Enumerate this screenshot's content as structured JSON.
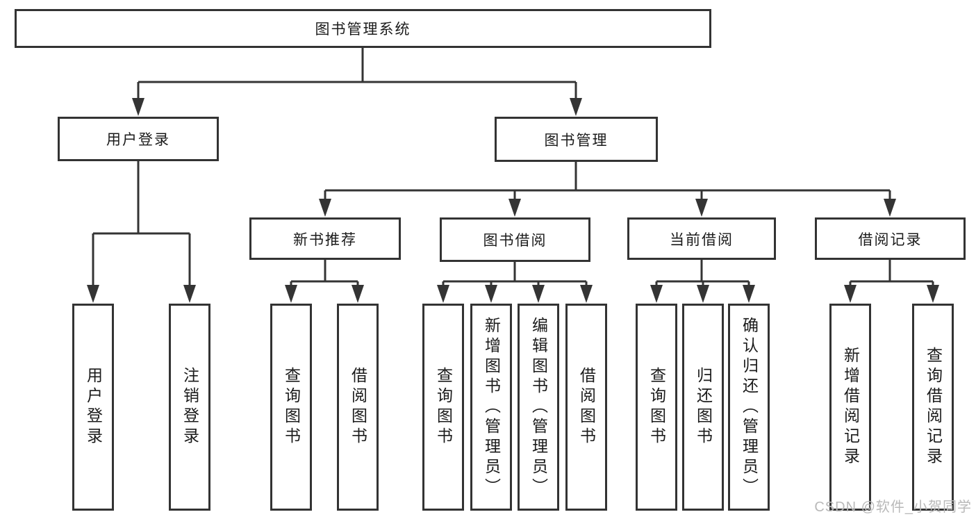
{
  "tree": {
    "label": "图书管理系统",
    "children": [
      {
        "label": "用户登录",
        "children": [
          {
            "label": "用户登录"
          },
          {
            "label": "注销登录"
          }
        ]
      },
      {
        "label": "图书管理",
        "children": [
          {
            "label": "新书推荐",
            "children": [
              {
                "label": "查询图书"
              },
              {
                "label": "借阅图书"
              }
            ]
          },
          {
            "label": "图书借阅",
            "children": [
              {
                "label": "查询图书"
              },
              {
                "label": "新增图书（管理员）"
              },
              {
                "label": "编辑图书（管理员）"
              },
              {
                "label": "借阅图书"
              }
            ]
          },
          {
            "label": "当前借阅",
            "children": [
              {
                "label": "查询图书"
              },
              {
                "label": "归还图书"
              },
              {
                "label": "确认归还（管理员）"
              }
            ]
          },
          {
            "label": "借阅记录",
            "children": [
              {
                "label": "新增借阅记录"
              },
              {
                "label": "查询借阅记录"
              }
            ]
          }
        ]
      }
    ]
  },
  "watermark": {
    "text": "CSDN @软件_小贺同学"
  },
  "colors": {
    "line": "#343434",
    "border": "#333333",
    "text": "#1b1b1b",
    "watermark": "#b9b9b9",
    "background": "#ffffff"
  }
}
